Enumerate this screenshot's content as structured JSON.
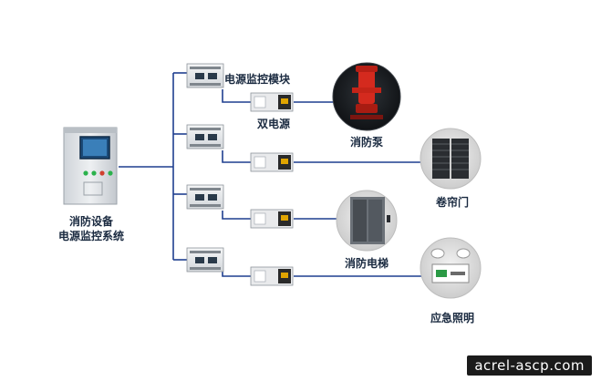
{
  "system": {
    "line1": "消防设备",
    "line2": "电源监控系统"
  },
  "labels": {
    "module": "电源监控模块",
    "dual_power": "双电源",
    "pump": "消防泵",
    "shutter": "卷帘门",
    "elevator": "消防电梯",
    "lighting": "应急照明"
  },
  "icons": {
    "cabinet": "control-cabinet-icon",
    "module": "din-rail-module-icon",
    "switch": "dual-power-switch-icon",
    "pump": "fire-pump-icon",
    "shutter": "rolling-shutter-icon",
    "elevator": "fire-elevator-icon",
    "lighting": "emergency-light-icon"
  },
  "colors": {
    "line": "#1f3f8f",
    "text": "#1a2a40",
    "pump_red": "#d42a1e",
    "panel": "#e6e9ec"
  },
  "watermark": "acrel-ascp.com"
}
